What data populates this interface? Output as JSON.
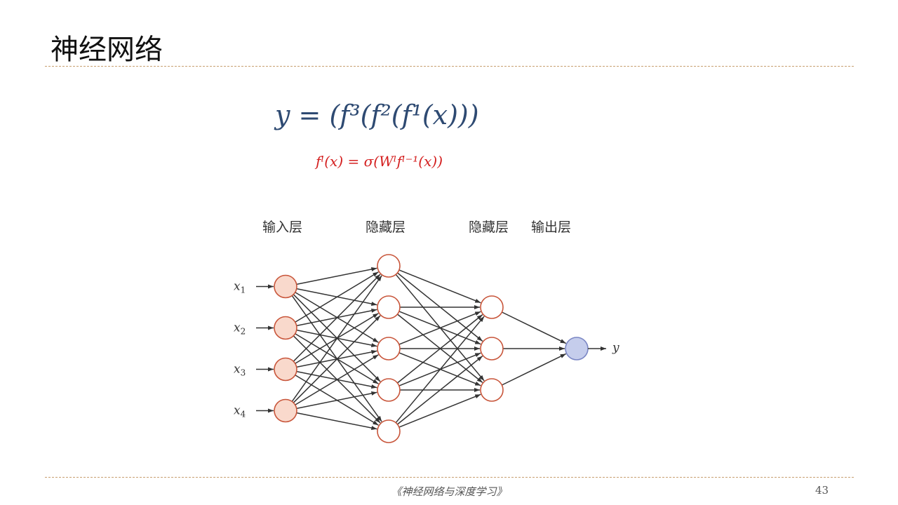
{
  "slide": {
    "title": "神经网络",
    "equation_main": "y =  (f³(f²(f¹(x)))",
    "equation_sub": "fˡ(x) = σ(Wˡfˡ⁻¹(x))",
    "footer": "《神经网络与深度学习》",
    "page_number": "43"
  },
  "network": {
    "layer_labels": [
      "输入层",
      "隐藏层",
      "隐藏层",
      "输出层"
    ],
    "layer_sizes": [
      4,
      5,
      3,
      1
    ],
    "input_labels": [
      "x1",
      "x2",
      "x3",
      "x4"
    ],
    "output_label": "y",
    "colors": {
      "input_fill": "#f9d9cc",
      "hidden_fill": "#ffffff",
      "output_fill": "#c5cdec",
      "node_stroke": "#c8553a",
      "output_stroke": "#7a86c4",
      "edge": "#333333"
    }
  }
}
